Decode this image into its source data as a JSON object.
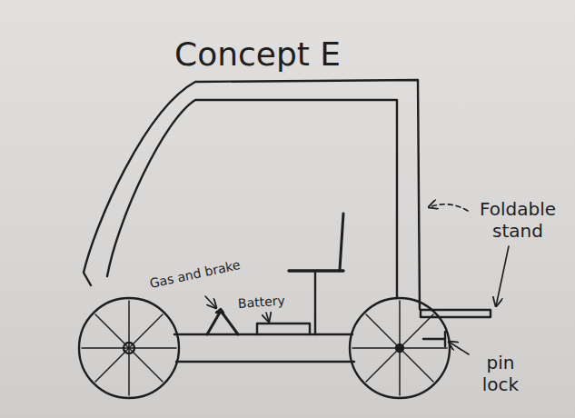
{
  "diagram": {
    "title": "Concept E",
    "labels": [
      "Gas and brake",
      "Battery",
      "Foldable stand",
      "pin lock"
    ]
  }
}
